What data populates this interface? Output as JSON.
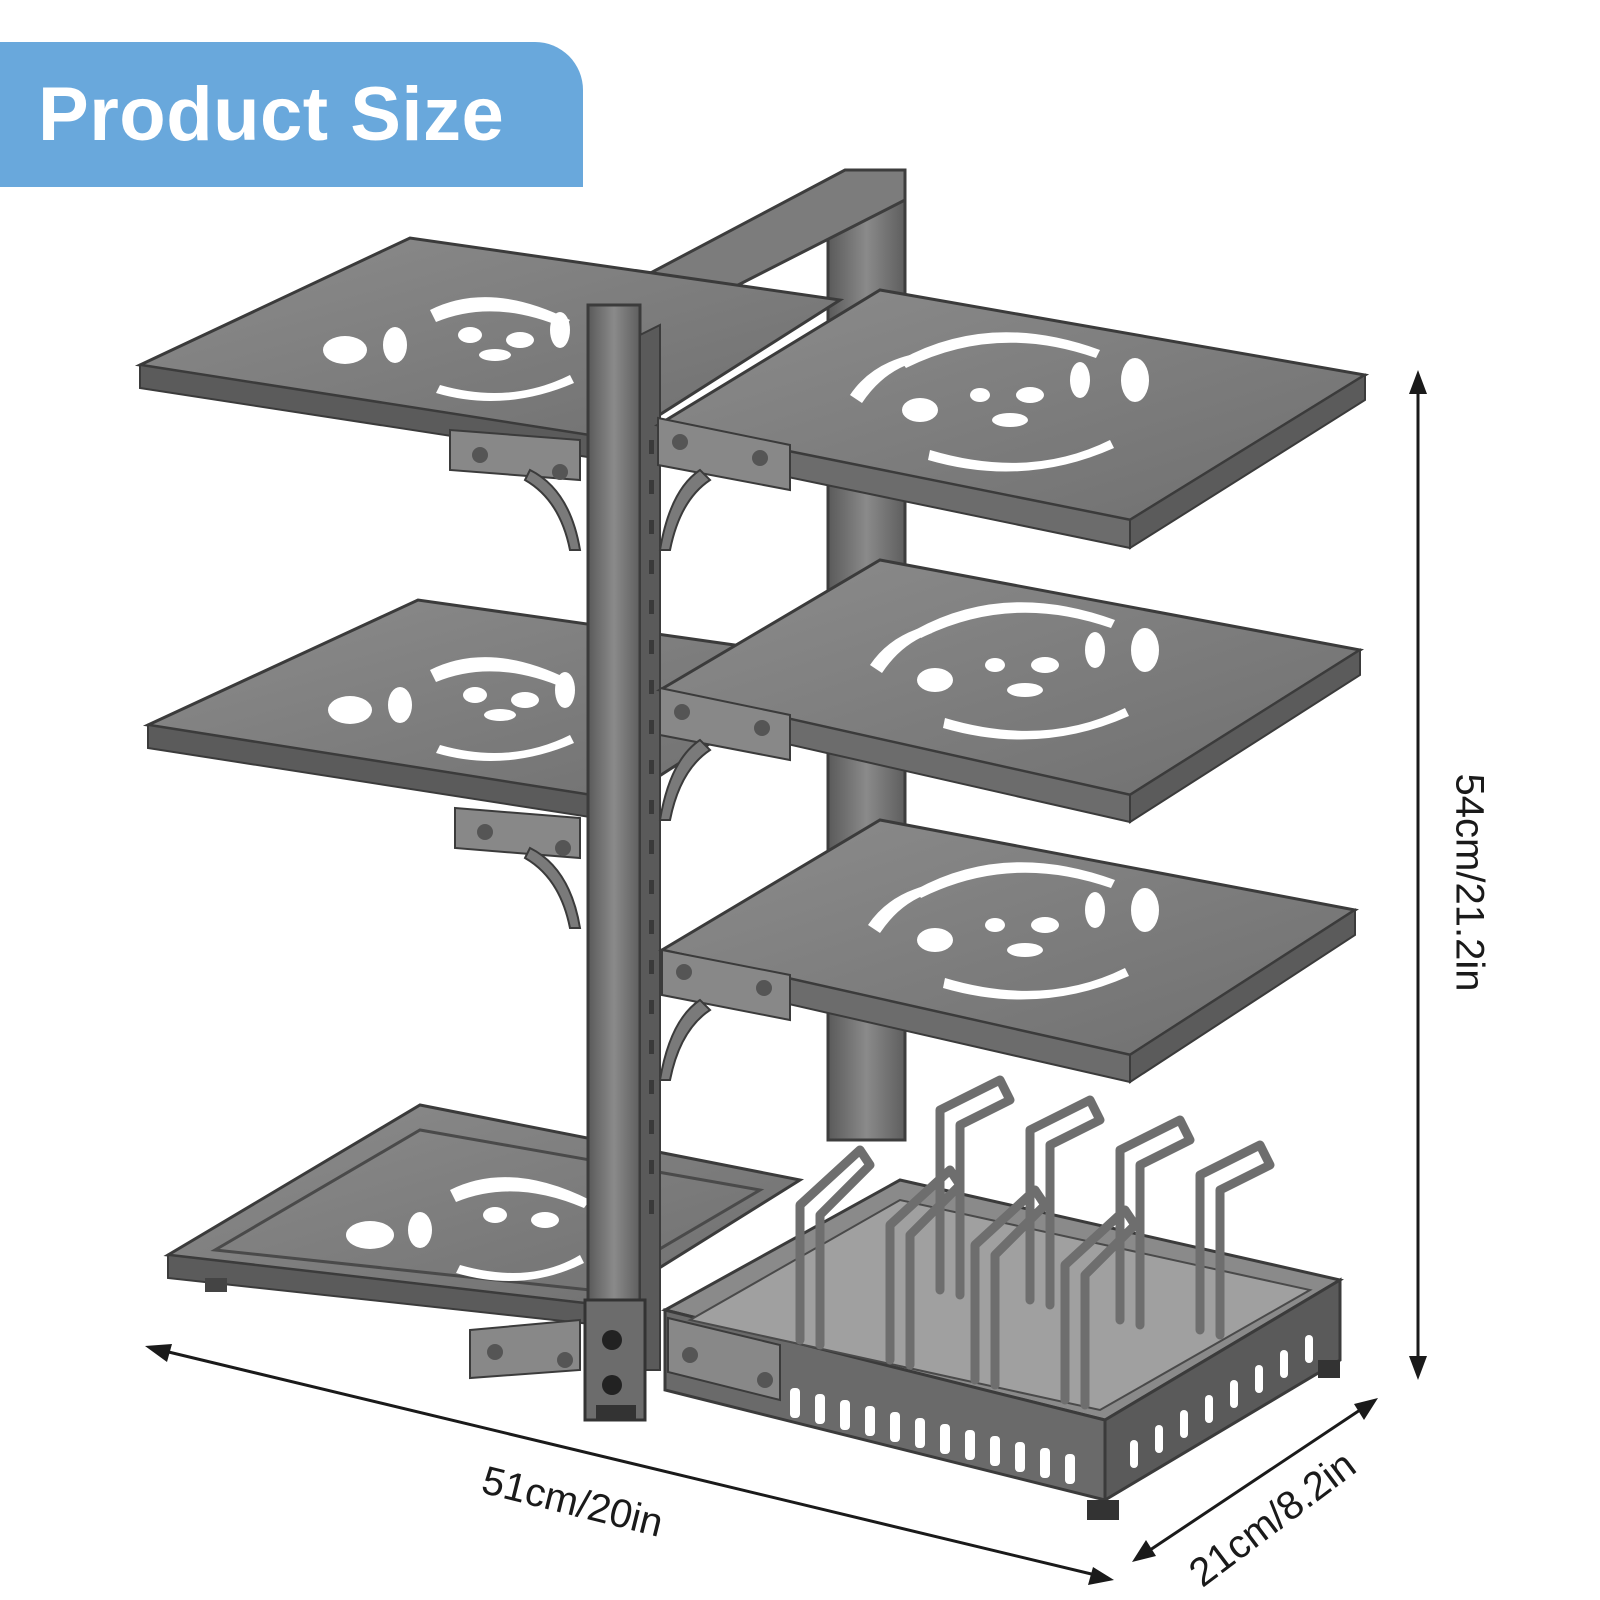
{
  "banner": {
    "title": "Product Size"
  },
  "dimensions": {
    "width": "51cm/20in",
    "depth": "21cm/8.2in",
    "height": "54cm/21.2in"
  },
  "colors": {
    "banner": "#69a8dc",
    "metal": "#7a7a7a",
    "metal_dark": "#4a4a4a",
    "metal_light": "#9a9a9a",
    "arrow": "#1a1a1a"
  },
  "icons": {
    "product": "pan-organizer-rack-icon"
  }
}
